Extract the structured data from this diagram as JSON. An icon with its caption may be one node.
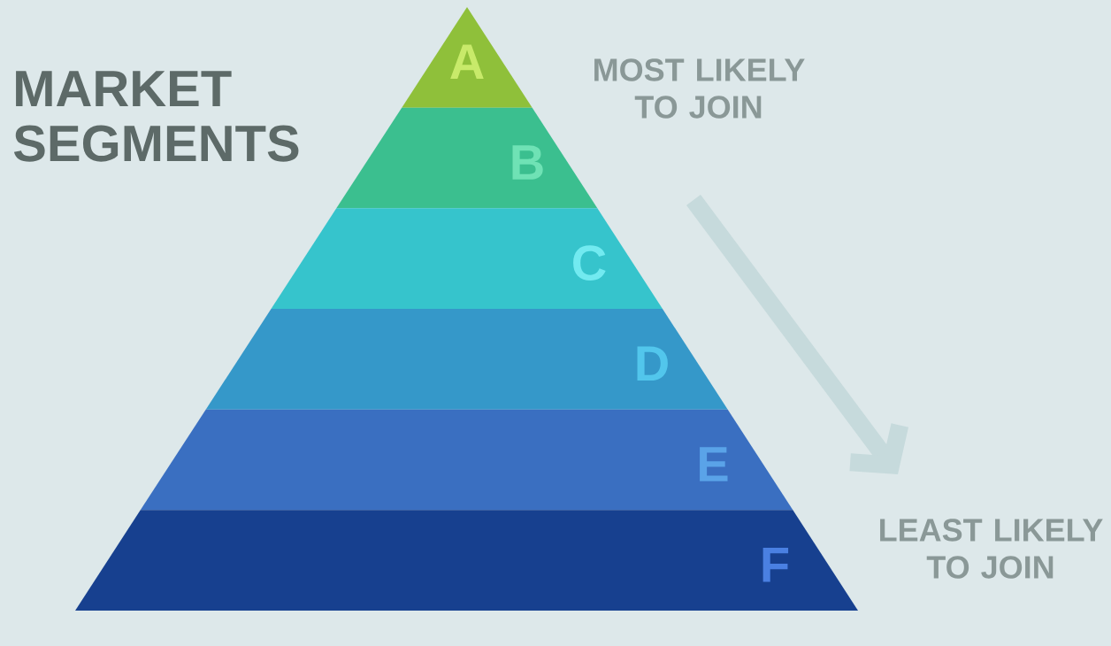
{
  "diagram": {
    "title": "MARKET SEGMENTS",
    "nodes": [
      {
        "text": [
          "A"
        ]
      },
      {
        "text": [
          "B"
        ]
      },
      {
        "text": [
          "C"
        ]
      },
      {
        "text": [
          "D"
        ]
      },
      {
        "text": [
          "E"
        ]
      },
      {
        "text": [
          "F"
        ]
      }
    ],
    "labels": [
      "MOST LIKELY TO JOIN",
      "LEAST LIKELY TO JOIN"
    ]
  }
}
